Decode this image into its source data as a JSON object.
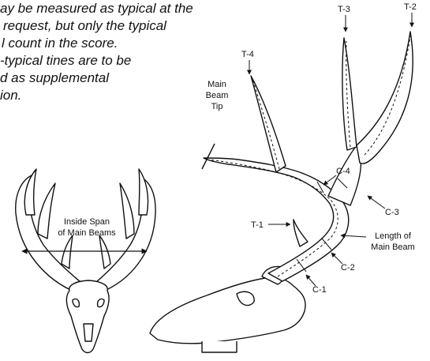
{
  "note_lines": [
    "ay be measured as typical at the",
    "request, but only the typical",
    "l count in the score.",
    "-typical tines are to be",
    "d as supplemental",
    "ion."
  ],
  "labels": {
    "t2": "T-2",
    "t3": "T-3",
    "t4": "T-4",
    "t1": "T-1",
    "main_beam_tip_1": "Main",
    "main_beam_tip_2": "Beam",
    "main_beam_tip_3": "Tip",
    "c1": "C-1",
    "c2": "C-2",
    "c3": "C-3",
    "c4": "C-4",
    "length_1": "Length of",
    "length_2": "Main Beam",
    "inside_span_1": "Inside Span",
    "inside_span_2": "of Main Beams"
  },
  "colors": {
    "ink": "#111111",
    "background": "#ffffff"
  }
}
